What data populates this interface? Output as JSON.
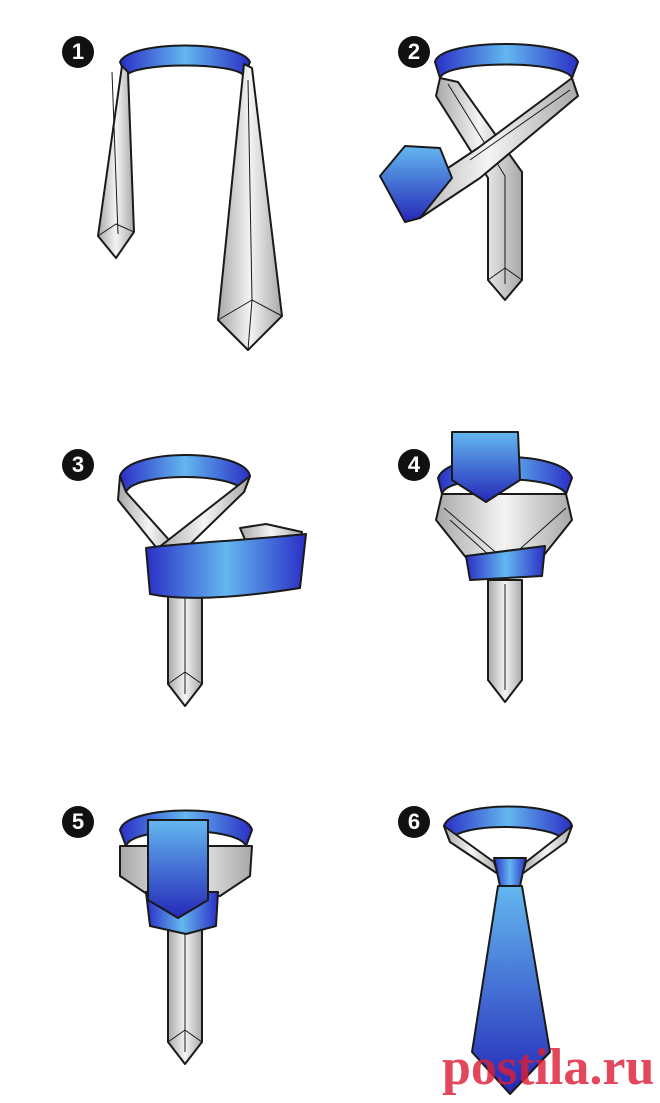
{
  "steps": [
    {
      "number": "1"
    },
    {
      "number": "2"
    },
    {
      "number": "3"
    },
    {
      "number": "4"
    },
    {
      "number": "5"
    },
    {
      "number": "6"
    }
  ],
  "watermark": "postila.ru",
  "colors": {
    "tie_blue_dark": "#2a2fc6",
    "tie_blue_light": "#63b7ef",
    "tie_gray_dark": "#a8a8a8",
    "tie_gray_light": "#f2f2f2",
    "outline": "#1a1a1a",
    "watermark": "#dc1e37"
  }
}
